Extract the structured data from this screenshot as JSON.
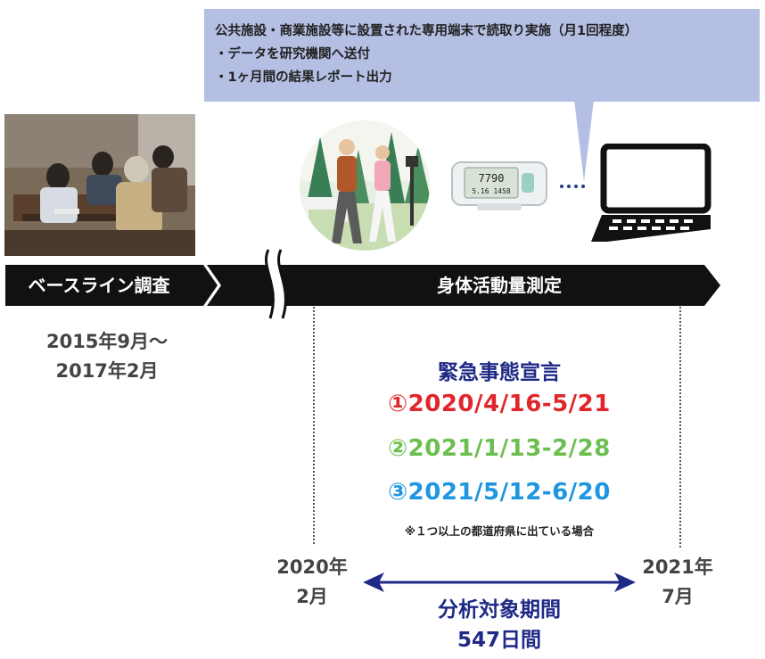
{
  "callout": {
    "line1": "公共施設・商業施設等に設置された専用端末で読取り実施（月1回程度）",
    "line2": "・データを研究機関へ送付",
    "line3": "・1ヶ月間の結果レポート出力"
  },
  "pedometer": {
    "line1": "7790",
    "line2": "5.16 1458"
  },
  "timeline": {
    "baseline_label": "ベースライン調査",
    "measure_label": "身体活動量測定",
    "baseline_period_line1": "2015年9月～",
    "baseline_period_line2": "2017年2月"
  },
  "emergency": {
    "title": "緊急事態宣言",
    "item1": "①2020/4/16-5/21",
    "item2": "②2021/1/13-2/28",
    "item3": "③2021/5/12-6/20",
    "note": "※１つ以上の都道府県に出ている場合"
  },
  "analysis": {
    "start_line1": "2020年",
    "start_line2": "2月",
    "end_line1": "2021年",
    "end_line2": "7月",
    "label_line1": "分析対象期間",
    "label_line2": "547日間"
  },
  "colors": {
    "callout_bg": "#b4bfe3",
    "bar": "#111111",
    "navy": "#1f2a86",
    "red": "#e0262b",
    "green": "#6cbf4f",
    "blue": "#1e96e0"
  }
}
